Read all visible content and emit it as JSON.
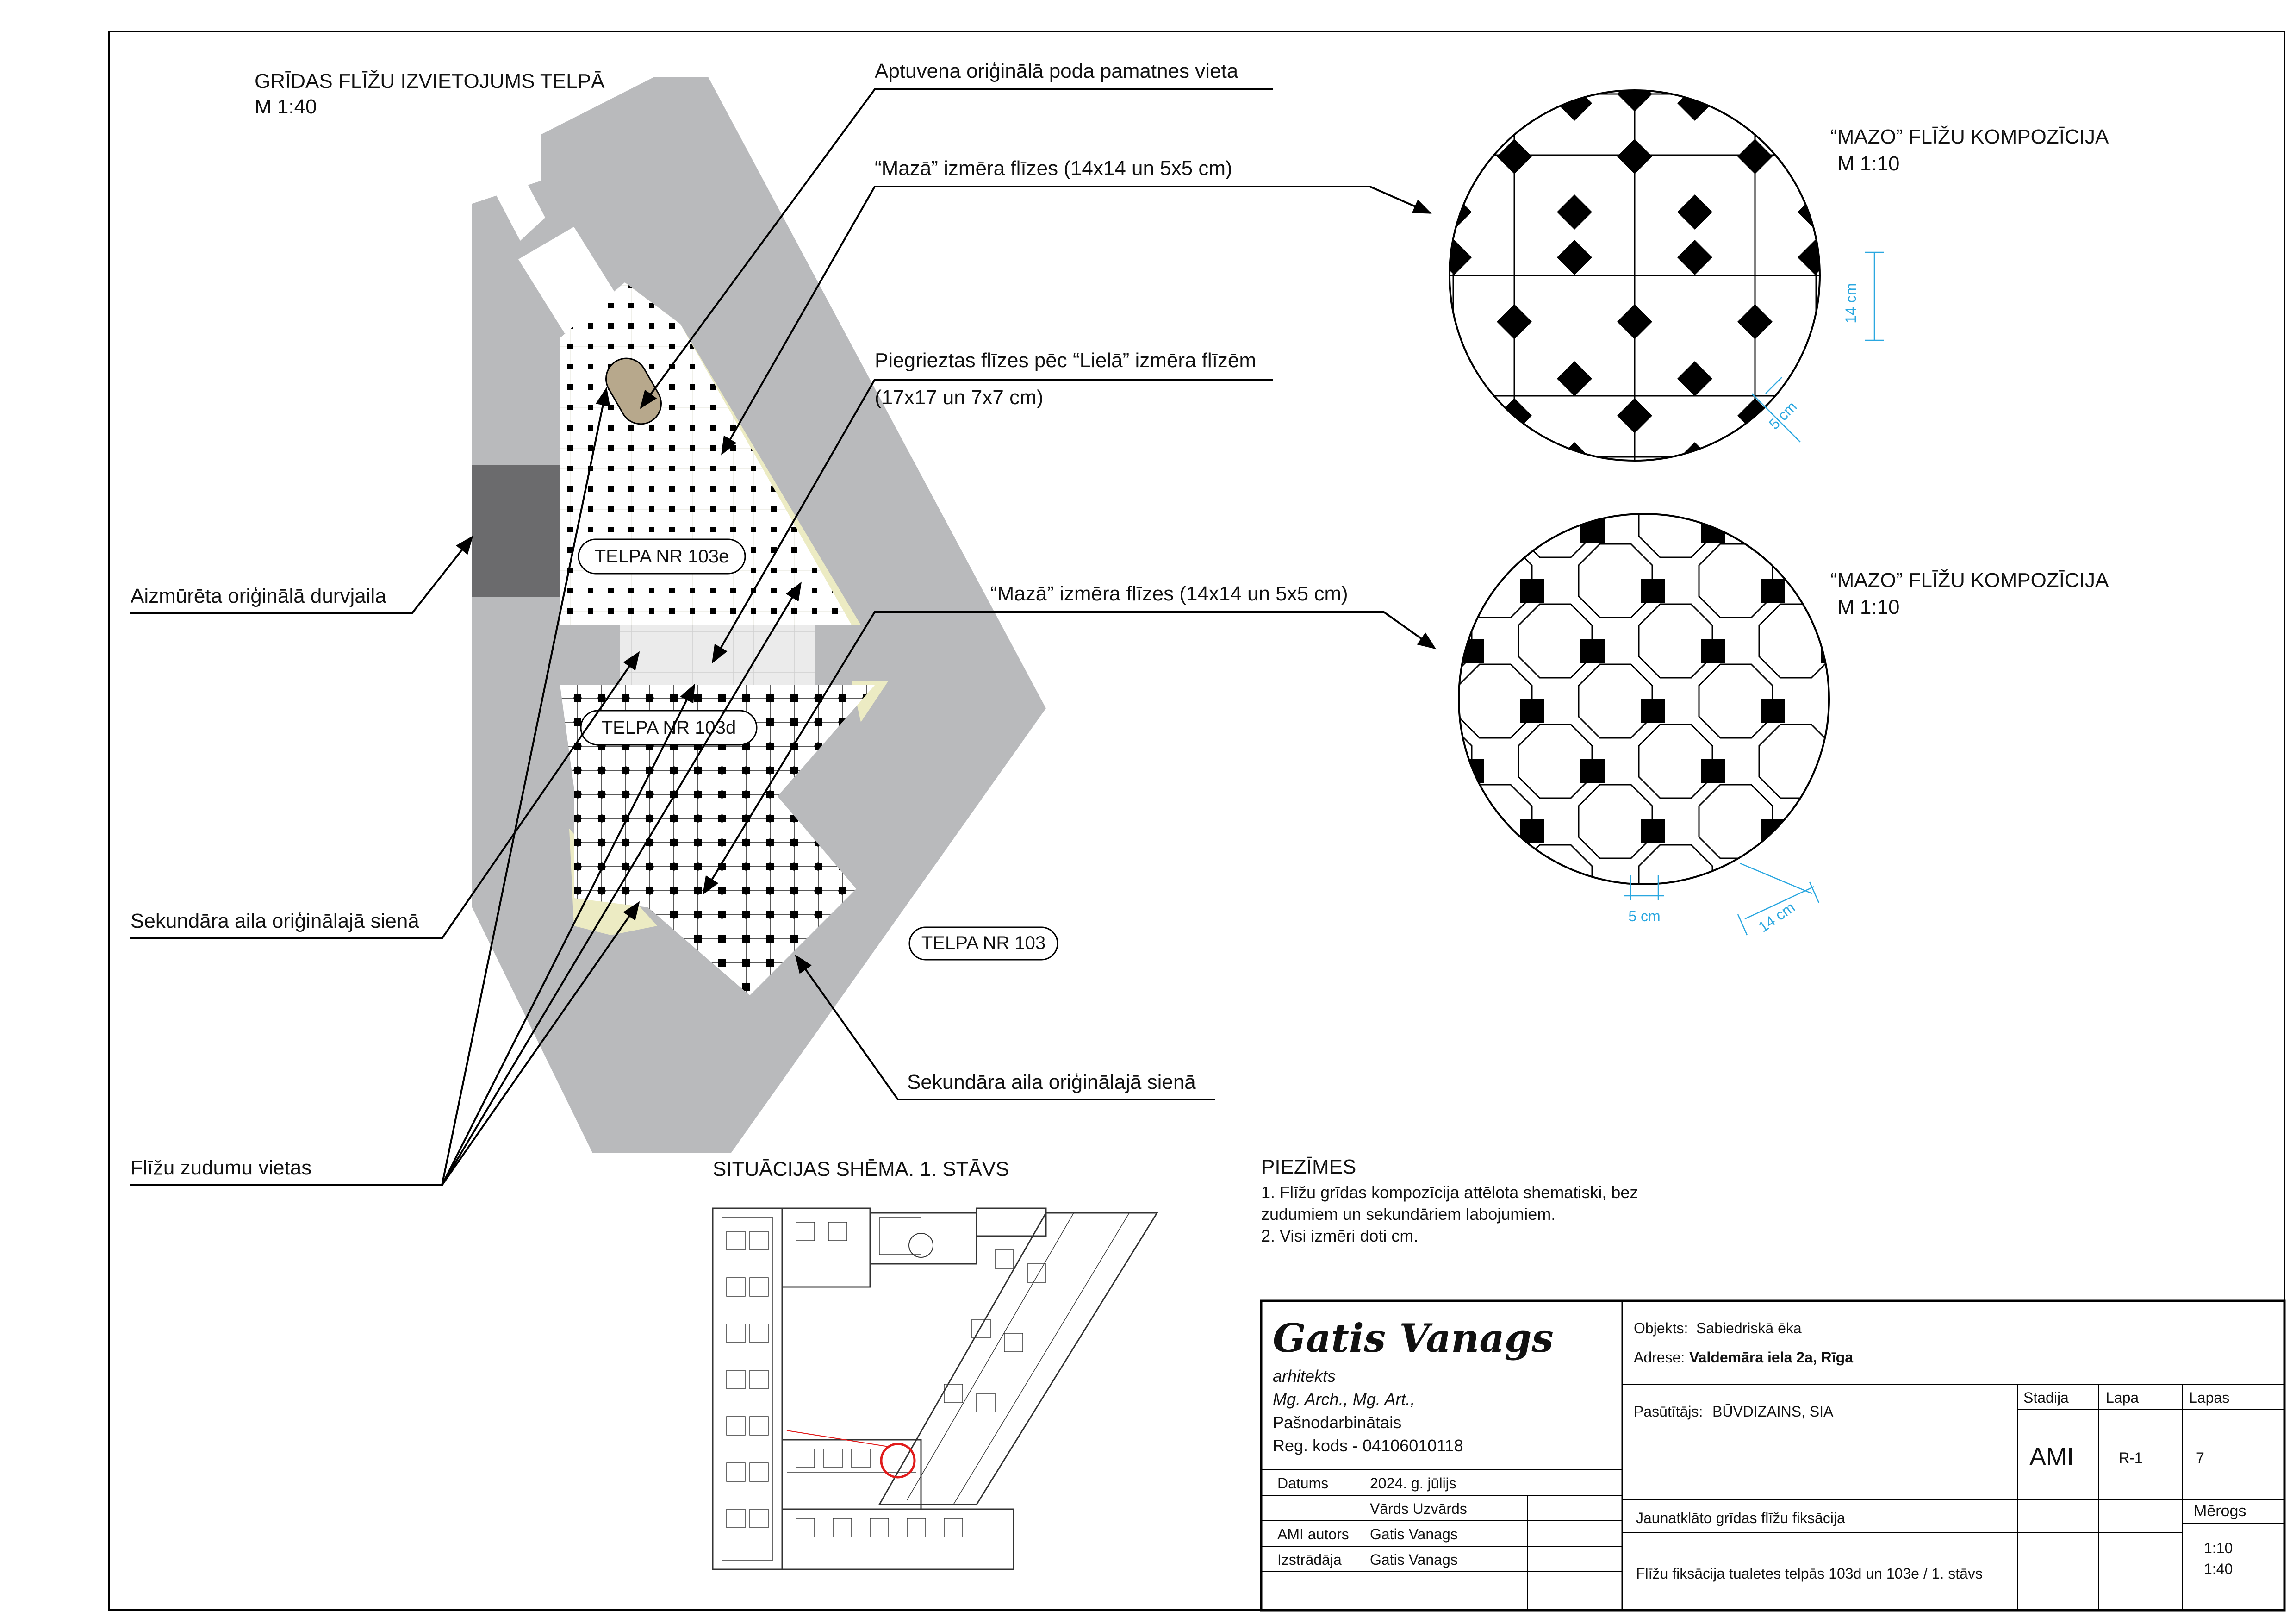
{
  "plan": {
    "title": "GRĪDAS FLĪŽU IZVIETOJUMS TELPĀ",
    "scale": "M 1:40",
    "rooms": {
      "r103e": "TELPA NR 103e",
      "r103d": "TELPA NR 103d",
      "r103": "TELPA NR 103"
    }
  },
  "callouts": {
    "toilet_base": "Aptuvena oriģinālā poda pamatnes vieta",
    "small_tiles_1": "“Mazā” izmēra flīzes (14x14 un 5x5 cm)",
    "cut_tiles_1": "Piegrieztas flīzes pēc “Lielā” izmēra flīzēm",
    "cut_tiles_2": "(17x17 un 7x7 cm)",
    "small_tiles_2": "“Mazā”  izmēra flīzes (14x14 un 5x5 cm)",
    "walled_door": "Aizmūrēta oriģinālā durvjaila",
    "secondary_opening_left": "Sekundāra aila oriģinālajā sienā",
    "secondary_opening_bottom": "Sekundāra aila oriģinālajā sienā",
    "tile_loss": "Flīžu zudumu vietas"
  },
  "compositions": [
    {
      "title": "“MAZO” FLĪŽU KOMPOZĪCIJA",
      "scale": "M 1:10",
      "dim_large": "14 cm",
      "dim_small": "5 cm"
    },
    {
      "title": "“MAZO” FLĪŽU KOMPOZĪCIJA",
      "scale": "M 1:10",
      "dim_large": "14 cm",
      "dim_small": "5 cm"
    }
  ],
  "situation": {
    "title": "SITUĀCIJAS SHĒMA. 1. STĀVS"
  },
  "notes": {
    "title": "PIEZĪMES",
    "lines": [
      "1. Flīžu grīdas kompozīcija attēlota shematiski, bez",
      "zudumiem un sekundāriem labojumiem.",
      "2. Visi izmēri doti cm."
    ]
  },
  "titleblock": {
    "architect_name": "Gatis Vanags",
    "role": "arhitekts",
    "degrees": "Mg. Arch., Mg. Art.,",
    "status": "Pašnodarbinātais",
    "reg": "Reg. kods - 04106010118",
    "object_label": "Objekts:",
    "object_value": "Sabiedriskā ēka",
    "address_label": "Adrese:",
    "address_value": "Valdemāra iela 2a, Rīga",
    "client_label": "Pasūtītājs:",
    "client_value": "BŪVDIZAINS, SIA",
    "stage_label": "Stadija",
    "stage_value": "AMI",
    "sheet_label": "Lapa",
    "sheet_value": "R-1",
    "sheets_label": "Lapas",
    "sheets_value": "7",
    "date_label": "Datums",
    "date_value": "2024. g. jūlijs",
    "name_header": "Vārds  Uzvārds",
    "author_label": "AMI autors",
    "author_value": "Gatis Vanags",
    "prepared_label": "Izstrādāja",
    "prepared_value": "Gatis Vanags",
    "project_title": "Jaunatklāto grīdas flīžu fiksācija",
    "sheet_title": "Flīžu fiksācija tualetes telpās 103d un 103e / 1. stāvs",
    "scale_label": "Mērogs",
    "scale_1": "1:10",
    "scale_2": "1:40"
  },
  "colors": {
    "wall": "#b9babc",
    "dark_wall": "#6b6b6d",
    "yellow": "#ecebc3",
    "toilet": "#b7a88c",
    "dim": "#2aa7e0",
    "red": "#e01b1b"
  }
}
